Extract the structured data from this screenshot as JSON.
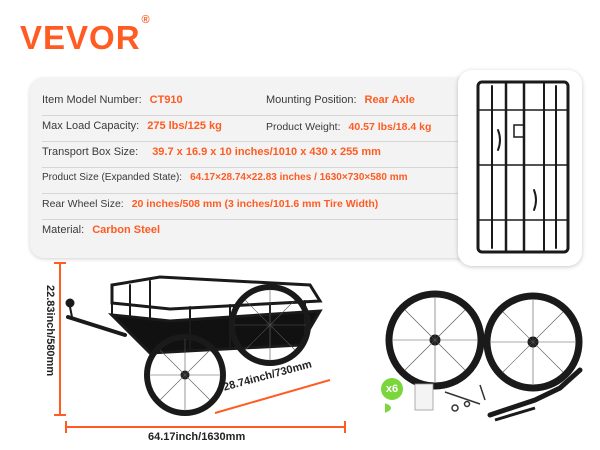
{
  "brand": {
    "name": "VEVOR",
    "registered": "®",
    "color": "#ff5b22"
  },
  "specs": [
    {
      "label": "Item Model Number:",
      "value": "CT910"
    },
    {
      "label": "Mounting Position:",
      "value": "Rear Axle"
    },
    {
      "label": "Max Load Capacity:",
      "value": "275 lbs/125 kg"
    },
    {
      "label": "Product Weight:",
      "value": "40.57 lbs/18.4 kg"
    },
    {
      "label": "Transport Box Size:",
      "value": "39.7 x 16.9 x 10 inches/1010 x 430 x 255 mm"
    },
    {
      "label": "Product Size (Expanded State):",
      "value": "64.17×28.74×22.83 inches / 1630×730×580 mm"
    },
    {
      "label": "Rear Wheel Size:",
      "value": "20 inches/508 mm (3 inches/101.6 mm Tire Width)"
    },
    {
      "label": "Material:",
      "value": "Carbon Steel"
    }
  ],
  "dimensions": {
    "height": "22.83inch/580mm",
    "width": "28.74inch/730mm",
    "length": "64.17inch/1630mm"
  },
  "accessories": {
    "count_badge": "x6"
  },
  "colors": {
    "accent": "#ff5b22",
    "frame": "#1a1a1a",
    "panel": "#f3f3f3"
  }
}
